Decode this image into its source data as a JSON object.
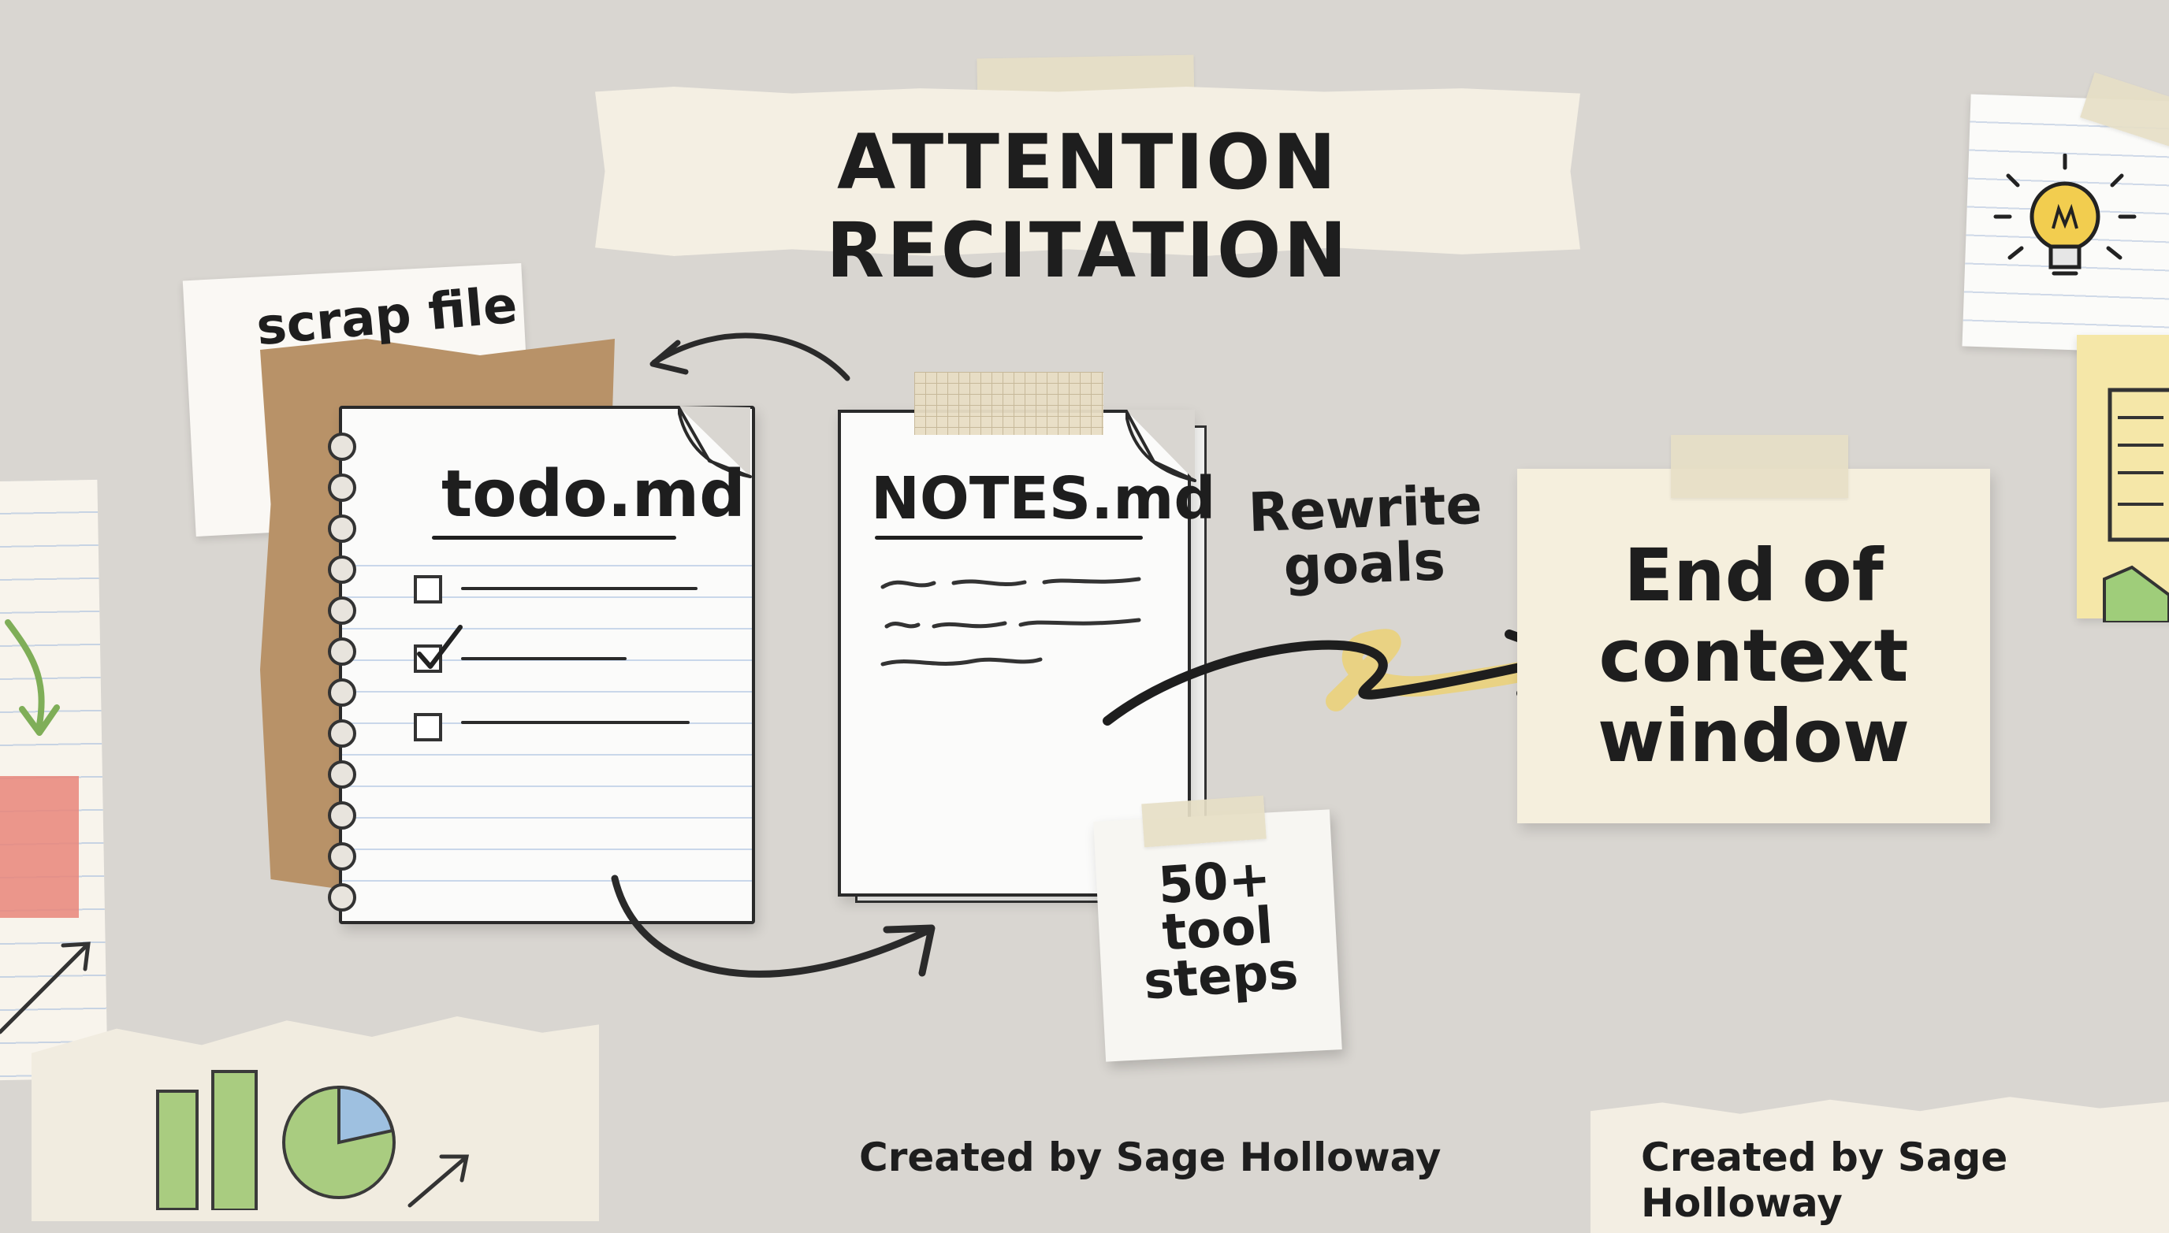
{
  "title": "ATTENTION RECITATION",
  "scrap_file": {
    "label": "scrap file"
  },
  "todo": {
    "label": "todo.md",
    "items": [
      {
        "checked": false
      },
      {
        "checked": true
      },
      {
        "checked": false
      }
    ]
  },
  "notes": {
    "label": "NOTES.md"
  },
  "sticky": {
    "line1": "50+",
    "line2": "tool",
    "line3": "steps"
  },
  "arrow_label": {
    "line1": "Rewrite",
    "line2": "goals"
  },
  "end_card": {
    "line1": "End of",
    "line2": "context",
    "line3": "window"
  },
  "credits": {
    "center": "Created by Sage Holloway",
    "right": "Created by Sage Holloway"
  },
  "colors": {
    "background": "#d9d6d1",
    "paper": "#fbfbfa",
    "kraft": "#b89268",
    "highlight": "#ead27a",
    "ink": "#1e1e1e"
  },
  "icons": [
    "lightbulb-icon",
    "checkbox-icon",
    "checkmark-icon",
    "curved-arrow-icon",
    "pie-chart-icon"
  ]
}
